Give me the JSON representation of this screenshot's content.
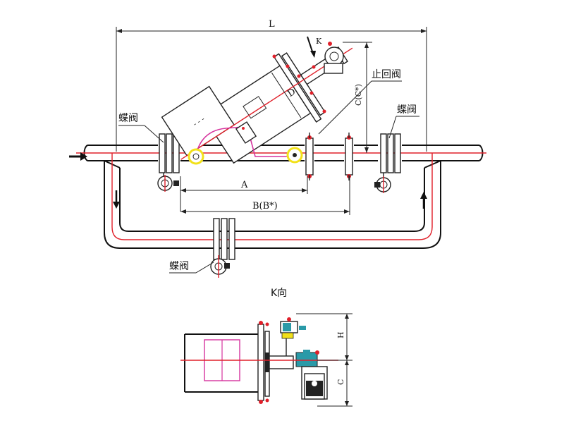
{
  "labels": {
    "L": "L",
    "K": "K",
    "D": "D",
    "C_star": "C(C*)",
    "A": "A",
    "B_star": "B(B*)",
    "check_valve": "止回阀",
    "butterfly_valve_left": "蝶阀",
    "butterfly_valve_right": "蝶阀",
    "butterfly_valve_bottom": "蝶阀",
    "k_view": "K向",
    "H": "H",
    "C": "C"
  },
  "colors": {
    "line": "#222222",
    "centerline": "#e0202a",
    "wiring": "#d6339e",
    "valve_body": "#2a9aa8",
    "highlight": "#f2e11a"
  }
}
